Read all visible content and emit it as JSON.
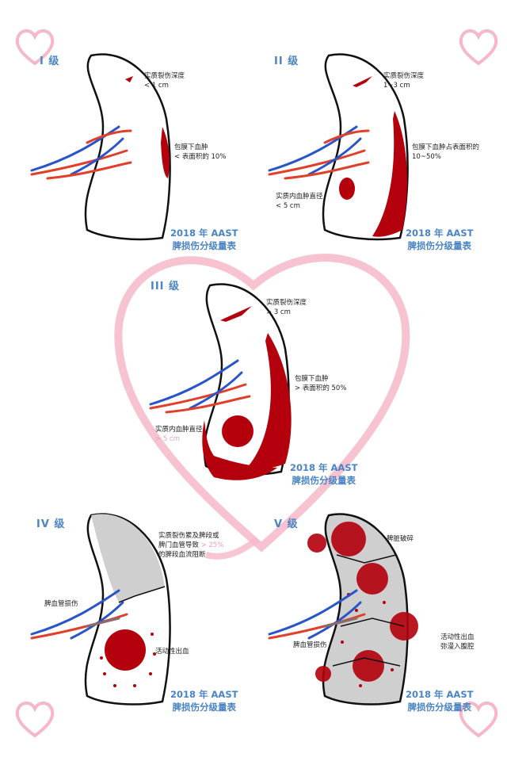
{
  "colors": {
    "accent_blue": "#4a84c4",
    "blood": "#b3000c",
    "deco_pink": "#f6b8c8",
    "vein": "#2a55c8",
    "artery": "#e0402a",
    "ischemic_grey": "#cfcfcf"
  },
  "panels": [
    {
      "grade": "I 级",
      "labels": [
        "实质裂伤深度\n< 1 cm",
        "包膜下血肿\n< 表面积的 10%"
      ],
      "credit_line1": "2018 年 AAST",
      "credit_line2": "脾损伤分级量表"
    },
    {
      "grade": "II 级",
      "labels": [
        "实质裂伤深度\n1~3 cm",
        "包膜下血肿占表面积的\n10~50%",
        "实质内血肿直径\n< 5 cm"
      ],
      "credit_line1": "2018 年 AAST",
      "credit_line2": "脾损伤分级量表"
    },
    {
      "grade": "III 级",
      "labels": [
        "实质裂伤深度\n> 3 cm",
        "包膜下血肿\n> 表面积的 50%",
        "实质内血肿直径\n> 5 cm"
      ],
      "credit_line1": "2018 年 AAST",
      "credit_line2": "脾损伤分级量表"
    },
    {
      "grade": "IV 级",
      "labels": [
        "实质裂伤累及脾段或\n脾门血管导致 > 25%\n的脾段血流阻断",
        "脾血管损伤",
        "活动性出血"
      ],
      "credit_line1": "2018 年 AAST",
      "credit_line2": "脾损伤分级量表"
    },
    {
      "grade": "V 级",
      "labels": [
        "脾脏破碎",
        "脾血管损伤",
        "活动性出血\n弥漫入腹腔"
      ],
      "credit_line1": "2018 年 AAST",
      "credit_line2": "脾损伤分级量表"
    }
  ],
  "icons": [
    "heart-decoration-icon",
    "vessel-icon",
    "spleen-outline-icon"
  ]
}
